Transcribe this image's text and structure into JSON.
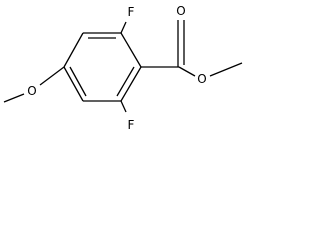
{
  "molecule": {
    "atoms": {
      "fluorine_top": "F",
      "fluorine_bottom": "F",
      "carbonyl_oxygen": "O",
      "ester_oxygen": "O",
      "methoxy_oxygen": "O"
    },
    "colors": {
      "bond": "#000000",
      "label": "#000000",
      "background": "#ffffff"
    }
  }
}
